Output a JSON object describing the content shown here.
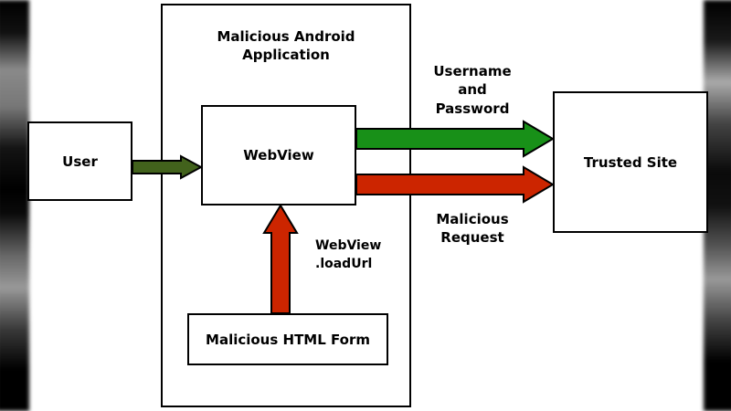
{
  "diagram": {
    "container": {
      "title_lines": [
        "Malicious Android",
        "Application"
      ]
    },
    "boxes": {
      "user": "User",
      "webview": "WebView",
      "trusted_site": "Trusted Site",
      "malicious_form": "Malicious HTML Form"
    },
    "arrow_labels": {
      "username_password_lines": [
        "Username",
        "and",
        "Password"
      ],
      "malicious_request_lines": [
        "Malicious",
        "Request"
      ],
      "loadurl_lines": [
        "WebView",
        ".loadUrl"
      ]
    },
    "colors": {
      "credentials_arrow": "#189018",
      "user_arrow": "#42621c",
      "malicious_arrow": "#cc2500",
      "arrow_outline": "#000000"
    }
  }
}
